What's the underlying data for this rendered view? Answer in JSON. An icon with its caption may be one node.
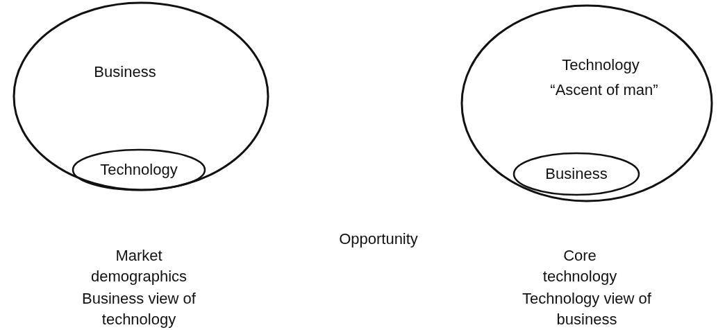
{
  "diagram": {
    "nodes": [
      {
        "text": [
          "Business"
        ]
      },
      {
        "text": [
          "Technology"
        ],
        "in": 0
      },
      {
        "text": [
          "Technology",
          "“Ascent of man”"
        ]
      },
      {
        "text": [
          "Business"
        ],
        "in": 2
      }
    ],
    "labels": [
      "Opportunity",
      "Market demographics",
      "Core technology",
      "Business view of technology",
      "Technology view of business"
    ]
  }
}
